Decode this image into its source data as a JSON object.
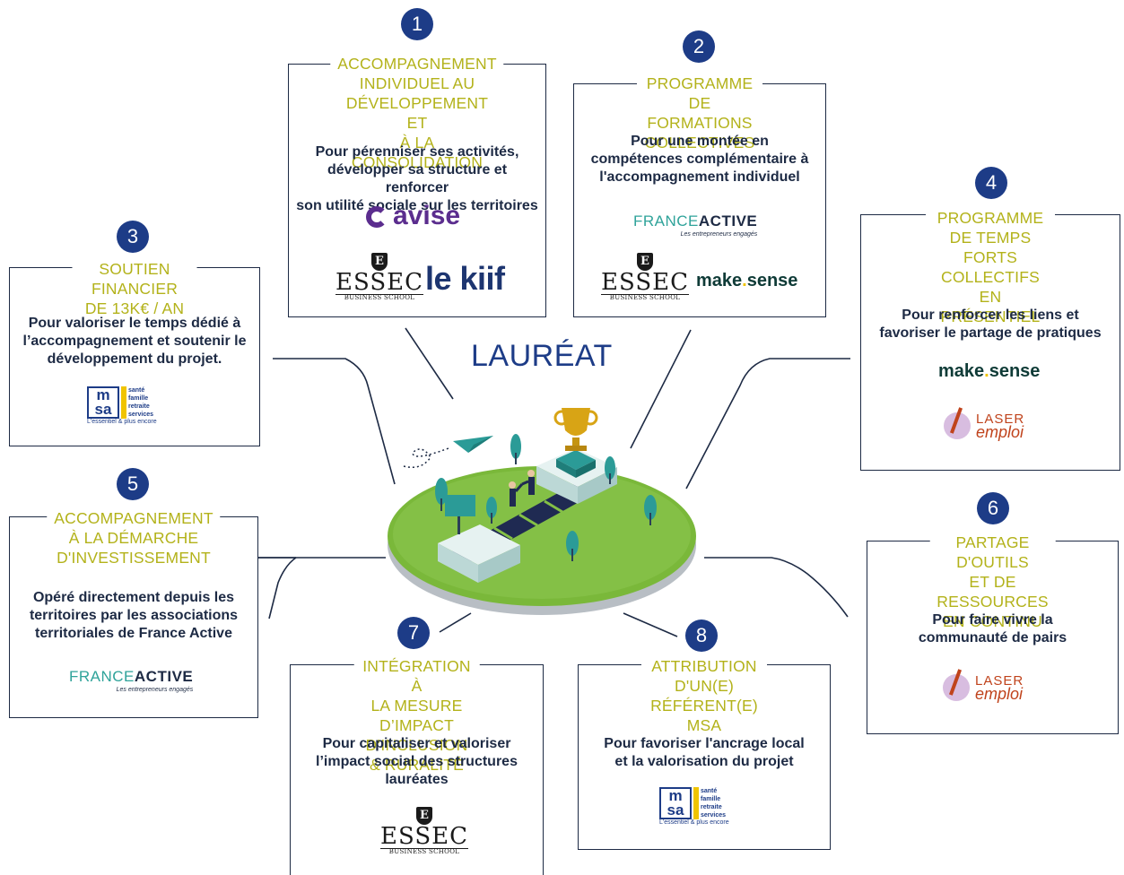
{
  "center": {
    "title": "LAURÉAT"
  },
  "colors": {
    "title": "#b3b21a",
    "text": "#1d2a44",
    "badge": "#1d3c87",
    "island": "#7ab83a"
  },
  "boxes": [
    {
      "num": "1",
      "title": "ACCOMPAGNEMENT\nINDIVIDUEL AU\nDÉVELOPPEMENT ET\nÀ LA CONSOLIDATION",
      "desc": "Pour pérenniser ses activités,\ndévelopper sa structure et renforcer\nson utilité sociale sur les territoires",
      "logos": [
        "avise",
        "essec",
        "le kiif"
      ]
    },
    {
      "num": "2",
      "title": "PROGRAMME DE\nFORMATIONS COLLECTIVES",
      "desc": "Pour une montée en\ncompétences complémentaire à\nl'accompagnement individuel",
      "logos": [
        "france active",
        "essec",
        "make sense"
      ]
    },
    {
      "num": "3",
      "title": "SOUTIEN FINANCIER\nDE 13K€ / AN",
      "desc": "Pour valoriser le temps dédié à\nl’accompagnement et soutenir le\ndéveloppement du projet.",
      "logos": [
        "msa"
      ]
    },
    {
      "num": "4",
      "title": "PROGRAMME\nDE TEMPS FORTS\nCOLLECTIFS EN\nPRÉSENTIEL",
      "desc": "Pour renforcer les liens et\nfavoriser le partage de pratiques",
      "logos": [
        "make sense",
        "laser emploi"
      ]
    },
    {
      "num": "5",
      "title": "ACCOMPAGNEMENT\nÀ LA DÉMARCHE\nD'INVESTISSEMENT",
      "desc": "Opéré directement depuis les\nterritoires par les associations\nterritoriales de France Active",
      "logos": [
        "france active"
      ]
    },
    {
      "num": "6",
      "title": "PARTAGE D'OUTILS\nET DE RESSOURCES\nEN CONTINU",
      "desc": "Pour faire vivre la\ncommunauté de pairs",
      "logos": [
        "laser emploi"
      ]
    },
    {
      "num": "7",
      "title": "INTÉGRATION À\nLA MESURE D’IMPACT\nD’INCLUSION & RURALITÉ",
      "desc": "Pour capitaliser et valoriser\nl’impact social des structures\nlauréates",
      "logos": [
        "essec"
      ]
    },
    {
      "num": "8",
      "title": "ATTRIBUTION\nD'UN(E) RÉFÉRENT(E)\nMSA",
      "desc": "Pour favoriser l'ancrage local\net la valorisation du projet",
      "logos": [
        "msa"
      ]
    }
  ],
  "logos": {
    "avise": "avise",
    "lekiif": "le kiif",
    "essec_name": "ESSEC",
    "essec_sub": "BUSINESS SCHOOL",
    "essec_shield": "E",
    "makesense_a": "make",
    "makesense_dot": ".",
    "makesense_b": "sense",
    "fa_1": "FRANCE",
    "fa_2": "ACTIVE",
    "fa_tag": "Les entrepreneurs engagés",
    "msa_mark": "m sa",
    "msa_lines": "santé\nfamille\nretraite\nservices",
    "msa_tag": "L'essentiel & plus encore",
    "laser_1": "LASER",
    "laser_2": "emploi"
  }
}
